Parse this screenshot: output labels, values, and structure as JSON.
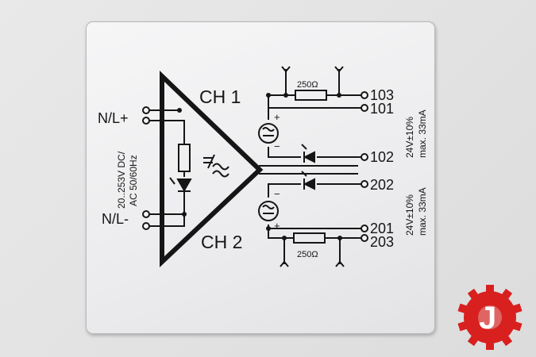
{
  "channels": {
    "ch1": "CH 1",
    "ch2": "CH 2"
  },
  "supply": {
    "pos": "N/L+",
    "neg": "N/L-",
    "spec_line1": "20..253V DC/",
    "spec_line2": "AC 50/60Hz"
  },
  "resistors": {
    "r1": "250Ω",
    "r2": "250Ω"
  },
  "terminals": {
    "t103": "103",
    "t101": "101",
    "t102": "102",
    "t202": "202",
    "t201": "201",
    "t203": "203"
  },
  "outputs": {
    "ch1_line1": "24V±10%",
    "ch1_line2": "max. 33mA",
    "ch2_line1": "24V±10%",
    "ch2_line2": "max. 33mA"
  },
  "source_marks": {
    "plus": "+",
    "minus": "−"
  },
  "logo": {
    "letter": "J",
    "color": "#d8201f"
  }
}
